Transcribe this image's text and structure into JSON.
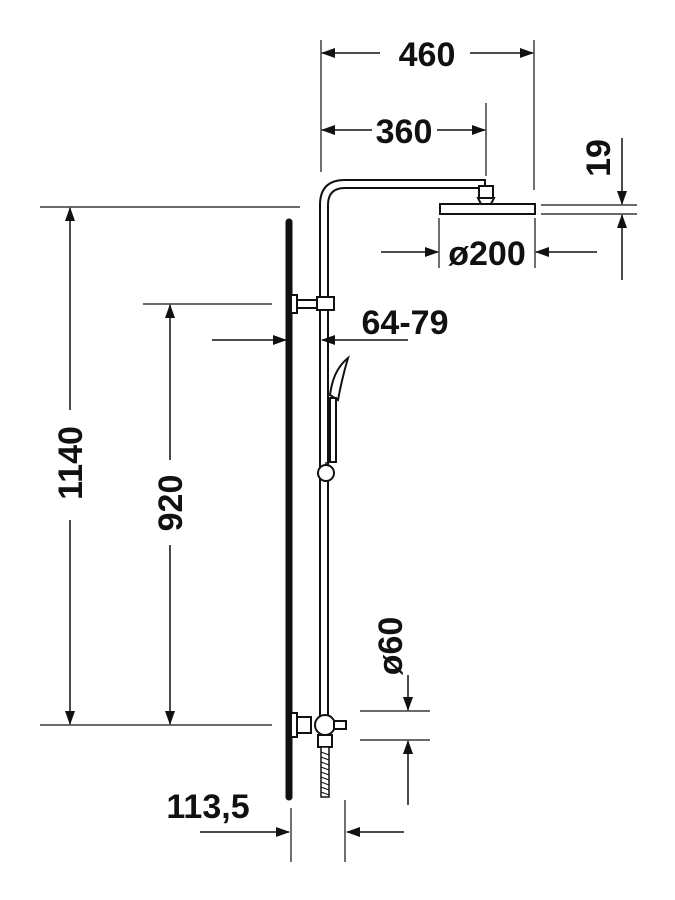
{
  "dimensions": {
    "overall_width": "460",
    "arm_length": "360",
    "head_thickness": "19",
    "head_diameter": "ø200",
    "wall_distance": "64-79",
    "total_height": "1140",
    "bracket_spacing": "920",
    "outlet_diameter": "ø60",
    "pipe_offset": "113,5"
  }
}
